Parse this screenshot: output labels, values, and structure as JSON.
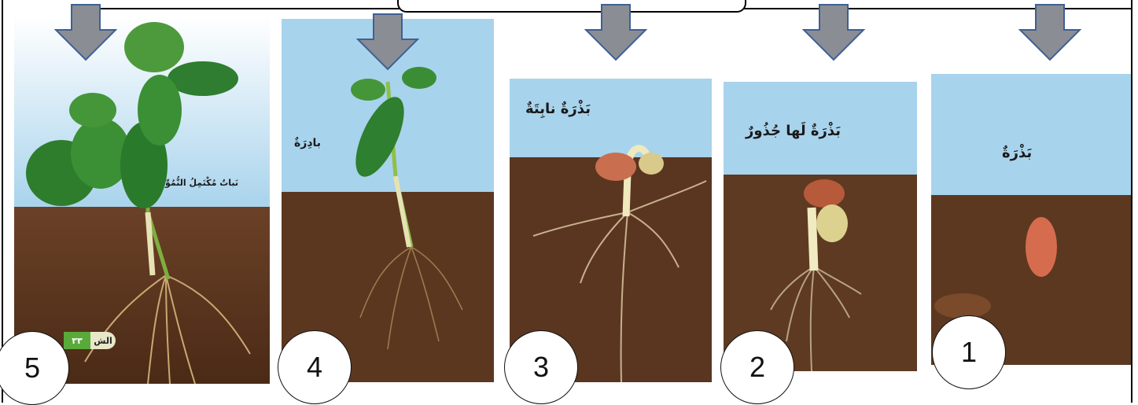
{
  "stages": [
    {
      "number": "1",
      "label": "بَذْرَةٌ"
    },
    {
      "number": "2",
      "label": "بَذْرَةٌ لَها جُذُورٌ"
    },
    {
      "number": "3",
      "label": "بَذْرَةٌ نابِتَةٌ"
    },
    {
      "number": "4",
      "label": "بادِرَةٌ"
    },
    {
      "number": "5",
      "label": "نَباتٌ مُكْتَمِلُ النُّمُوِّ"
    }
  ],
  "page_badge": {
    "number": "٣٣",
    "text": "الش"
  },
  "colors": {
    "arrow_fill": "#8a8e94",
    "arrow_stroke": "#3f5f95",
    "sky": "#a8d3ec",
    "soil": "#5a341c",
    "leaf": "#2d7d2d"
  }
}
